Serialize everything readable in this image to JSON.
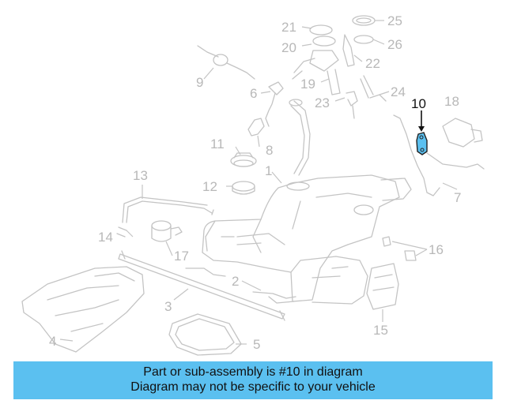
{
  "diagram": {
    "callouts": [
      "1",
      "2",
      "3",
      "4",
      "5",
      "6",
      "7",
      "8",
      "9",
      "10",
      "11",
      "12",
      "13",
      "14",
      "15",
      "16",
      "17",
      "18",
      "19",
      "20",
      "21",
      "22",
      "23",
      "24",
      "25",
      "26"
    ],
    "highlighted_callout": "10",
    "highlight_color": "#5bc0f0",
    "line_color": "#c4c4c4"
  },
  "banner": {
    "line1": "Part or sub-assembly is #10 in diagram",
    "line2": "Diagram may not be specific to your vehicle",
    "background": "#5bc0f0"
  }
}
